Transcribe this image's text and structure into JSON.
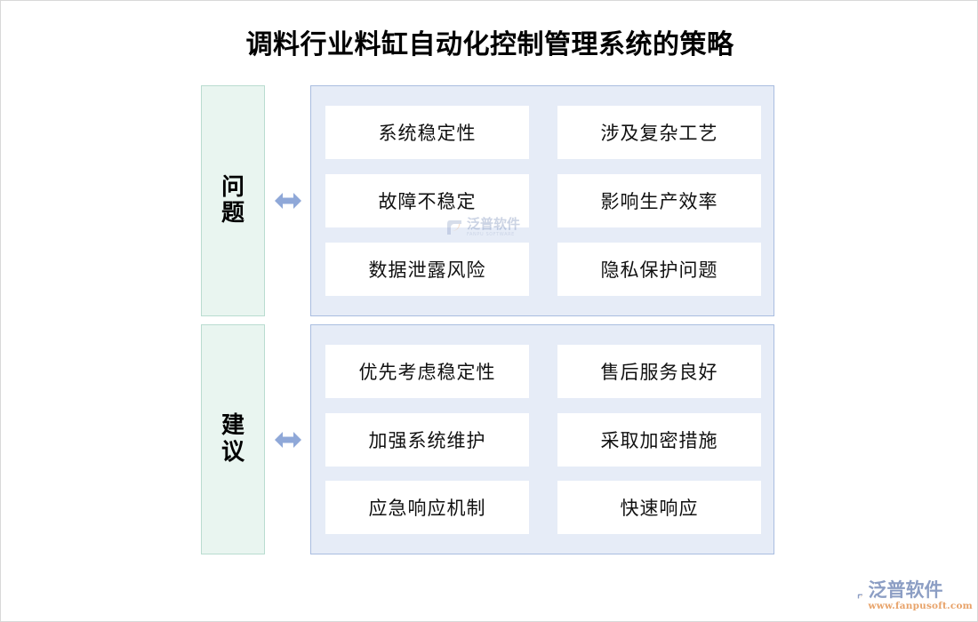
{
  "page": {
    "title": "调料行业料缸自动化控制管理系统的策略",
    "background_color": "#ffffff"
  },
  "theme": {
    "label_panel_bg": "#e9f5f0",
    "label_panel_border": "#b9dcd0",
    "content_panel_bg": "#e6ecf7",
    "content_panel_border": "#a9bde0",
    "card_bg": "#ffffff",
    "arrow_color": "#8fa8d8",
    "title_color": "#000000",
    "card_text_color": "#111111"
  },
  "sections": [
    {
      "key": "problems",
      "label": "问题",
      "arrow_icon": "double-arrow-horizontal-icon",
      "rows": [
        {
          "left": "系统稳定性",
          "right": "涉及复杂工艺"
        },
        {
          "left": "故障不稳定",
          "right": "影响生产效率"
        },
        {
          "left": "数据泄露风险",
          "right": "隐私保护问题"
        }
      ]
    },
    {
      "key": "advice",
      "label": "建议",
      "arrow_icon": "double-arrow-horizontal-icon",
      "rows": [
        {
          "left": "优先考虑稳定性",
          "right": "售后服务良好"
        },
        {
          "left": "加强系统维护",
          "right": "采取加密措施"
        },
        {
          "left": "应急响应机制",
          "right": "快速响应"
        }
      ]
    }
  ],
  "watermark": {
    "name_cn": "泛普软件",
    "name_en": "FANPU SOFTWARE"
  },
  "brand": {
    "name_cn": "泛普软件",
    "url": "www.fanpusoft.com"
  }
}
